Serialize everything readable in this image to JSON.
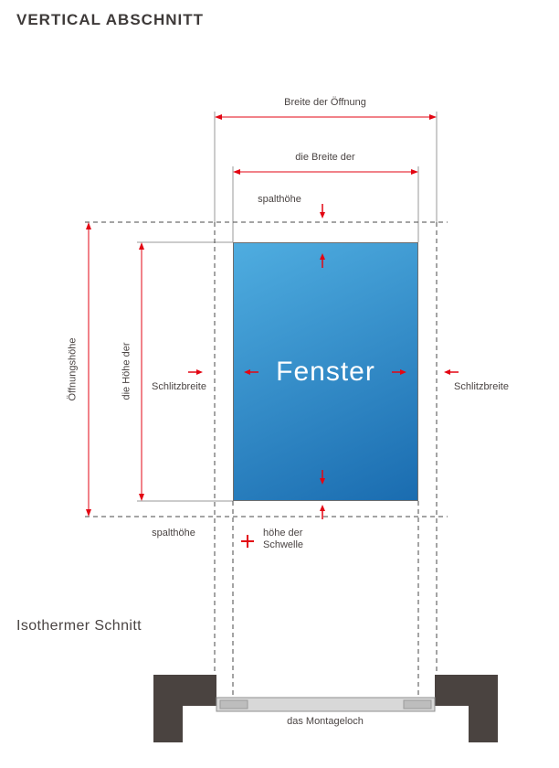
{
  "page": {
    "title": "VERTICAL ABSCHNITT",
    "section_label": "Isothermer Schnitt"
  },
  "diagram": {
    "window_label": "Fenster",
    "labels": {
      "opening_width": "Breite der Öffnung",
      "window_width": "die Breite der",
      "gap_height_top": "spalthöhe",
      "opening_height": "Öffnungshöhe",
      "window_height": "die Höhe der",
      "slot_width_left": "Schlitzbreite",
      "slot_width_right": "Schlitzbreite",
      "gap_height_bottom": "spalthöhe",
      "threshold_height_line1": "höhe der",
      "threshold_height_line2": "Schwelle",
      "mounting_hole": "das Montageloch"
    },
    "colors": {
      "dimension_red": "#e30613",
      "window_blue_light": "#4fade0",
      "window_blue_dark": "#1a6cb0",
      "wall_dark": "#4a4340",
      "line_gray": "#9a9a9a",
      "dash_dark": "#4a4a4a",
      "text_gray": "#4a4443"
    }
  }
}
